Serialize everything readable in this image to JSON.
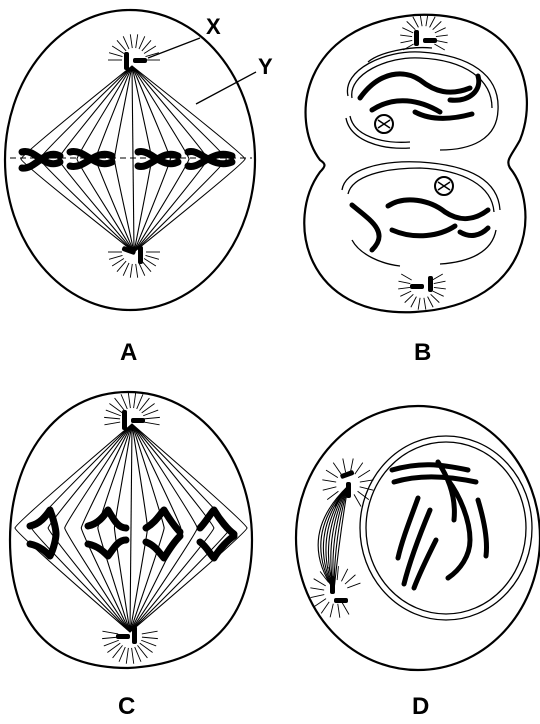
{
  "figure": {
    "panels": [
      {
        "id": "A",
        "label": "A"
      },
      {
        "id": "B",
        "label": "B"
      },
      {
        "id": "C",
        "label": "C"
      },
      {
        "id": "D",
        "label": "D"
      }
    ],
    "pointers": [
      {
        "id": "X",
        "label": "X",
        "target": "centriole"
      },
      {
        "id": "Y",
        "label": "Y",
        "target": "spindle-fibre"
      }
    ]
  }
}
